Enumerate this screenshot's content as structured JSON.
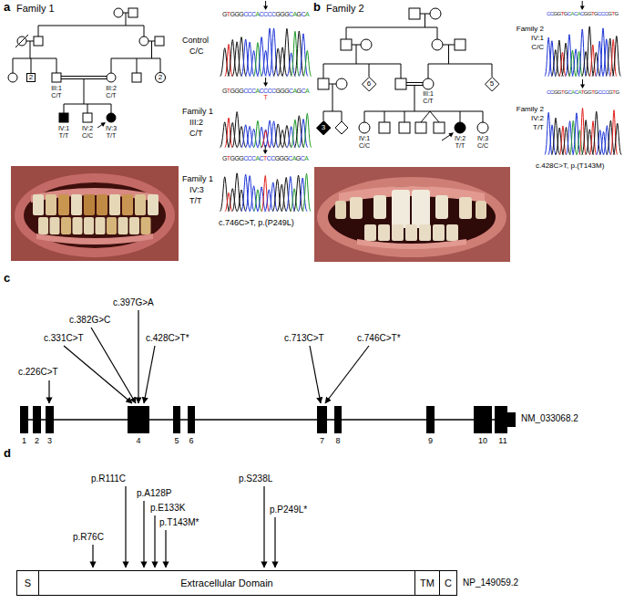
{
  "diagram": {
    "nodes": [
      {
        "text": [
          "2"
        ]
      },
      {
        "text": [
          "2"
        ]
      },
      {
        "text": [
          "6"
        ]
      },
      {
        "text": [
          "5"
        ]
      },
      {
        "text": [
          "3"
        ]
      },
      {
        "text": [
          "S"
        ]
      },
      {
        "text": [
          "Extracellular Domain"
        ]
      },
      {
        "text": [
          "TM"
        ]
      },
      {
        "text": [
          "C"
        ]
      }
    ],
    "labels": [
      "a",
      "Family 1",
      "III:1",
      "C/T",
      "III:2",
      "C/T",
      "IV:1",
      "T/T",
      "IV:2",
      "C/C",
      "IV:3",
      "T/T",
      "GTGGGCCCACCCCGGGCAGCA",
      "Control",
      "C/C",
      "GTGGGCCCACCCCGGGCAGCA",
      "T",
      "Family 1",
      "III:2",
      "C/T",
      "GTGGGCCCACTCCGGGCAGCA",
      "Family 1",
      "IV:3",
      "T/T",
      "c.746C>T, p.(P249L)",
      "b",
      "Family 2",
      "III:1",
      "C/T",
      "IV:1",
      "C/C",
      "IV:2",
      "T/T",
      "IV:3",
      "C/C",
      "CCGGTGCACACGGTGCCCGTG",
      "Family 2",
      "IV:1",
      "C/C",
      "CCGGTGCACATGGTGCCCGTG",
      "Family 2",
      "IV:2",
      "T/T",
      "c.428C>T, p.(T143M)",
      "c",
      "c.226C>T",
      "c.331C>T",
      "c.382G>C",
      "c.397G>A",
      "c.428C>T*",
      "c.713C>T",
      "c.746C>T*",
      "1",
      "2",
      "3",
      "4",
      "5",
      "6",
      "7",
      "8",
      "9",
      "10",
      "11",
      "NM_033068.2",
      "d",
      "p.R76C",
      "p.R111C",
      "p.A128P",
      "p.E133K",
      "p.T143M*",
      "p.S238L",
      "p.P249L*",
      "NP_149059.2"
    ]
  }
}
